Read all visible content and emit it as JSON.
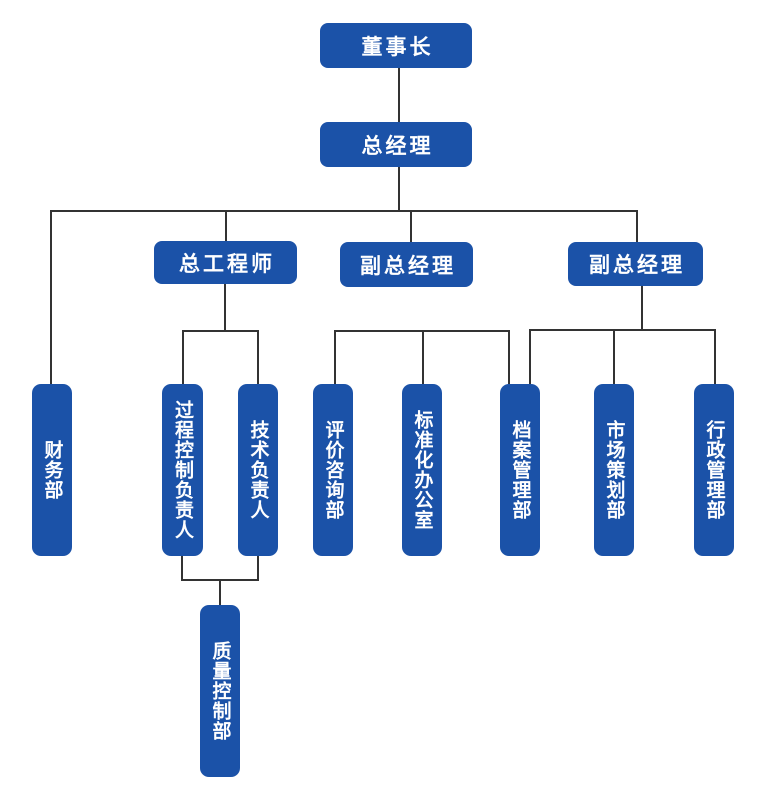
{
  "page": {
    "background": "#ffffff"
  },
  "diagram": {
    "type": "org-chart",
    "colors": {
      "node_fill": "#1b52a8",
      "node_text": "#ffffff",
      "connector": "#333333",
      "background": "#ffffff"
    },
    "nodes": {
      "chairman": {
        "label": "董事长",
        "level": 1,
        "orientation": "horizontal"
      },
      "general_manager": {
        "label": "总经理",
        "level": 2,
        "orientation": "horizontal"
      },
      "chief_engineer": {
        "label": "总工程师",
        "level": 3,
        "orientation": "horizontal"
      },
      "deputy_gm_1": {
        "label": "副总经理",
        "level": 3,
        "orientation": "horizontal"
      },
      "deputy_gm_2": {
        "label": "副总经理",
        "level": 3,
        "orientation": "horizontal"
      },
      "finance_dept": {
        "label": "财务部",
        "level": 4,
        "orientation": "vertical"
      },
      "process_control_manager": {
        "label": "过程控制负责人",
        "level": 4,
        "orientation": "vertical"
      },
      "technical_manager": {
        "label": "技术负责人",
        "level": 4,
        "orientation": "vertical"
      },
      "evaluation_consulting_dept": {
        "label": "评价咨询部",
        "level": 4,
        "orientation": "vertical"
      },
      "standardization_office": {
        "label": "标准化办公室",
        "level": 4,
        "orientation": "vertical"
      },
      "archives_management_dept": {
        "label": "档案管理部",
        "level": 4,
        "orientation": "vertical"
      },
      "market_planning_dept": {
        "label": "市场策划部",
        "level": 4,
        "orientation": "vertical"
      },
      "administration_dept": {
        "label": "行政管理部",
        "level": 4,
        "orientation": "vertical"
      },
      "quality_control_dept": {
        "label": "质量控制部",
        "level": 5,
        "orientation": "vertical"
      }
    },
    "edges": [
      [
        "chairman",
        "general_manager"
      ],
      [
        "general_manager",
        "finance_dept"
      ],
      [
        "general_manager",
        "chief_engineer"
      ],
      [
        "general_manager",
        "deputy_gm_1"
      ],
      [
        "general_manager",
        "deputy_gm_2"
      ],
      [
        "chief_engineer",
        "process_control_manager"
      ],
      [
        "chief_engineer",
        "technical_manager"
      ],
      [
        "deputy_gm_1",
        "evaluation_consulting_dept"
      ],
      [
        "deputy_gm_1",
        "standardization_office"
      ],
      [
        "deputy_gm_1",
        "archives_management_dept"
      ],
      [
        "deputy_gm_2",
        "archives_management_dept"
      ],
      [
        "deputy_gm_2",
        "market_planning_dept"
      ],
      [
        "deputy_gm_2",
        "administration_dept"
      ],
      [
        "process_control_manager",
        "quality_control_dept"
      ],
      [
        "technical_manager",
        "quality_control_dept"
      ]
    ]
  }
}
